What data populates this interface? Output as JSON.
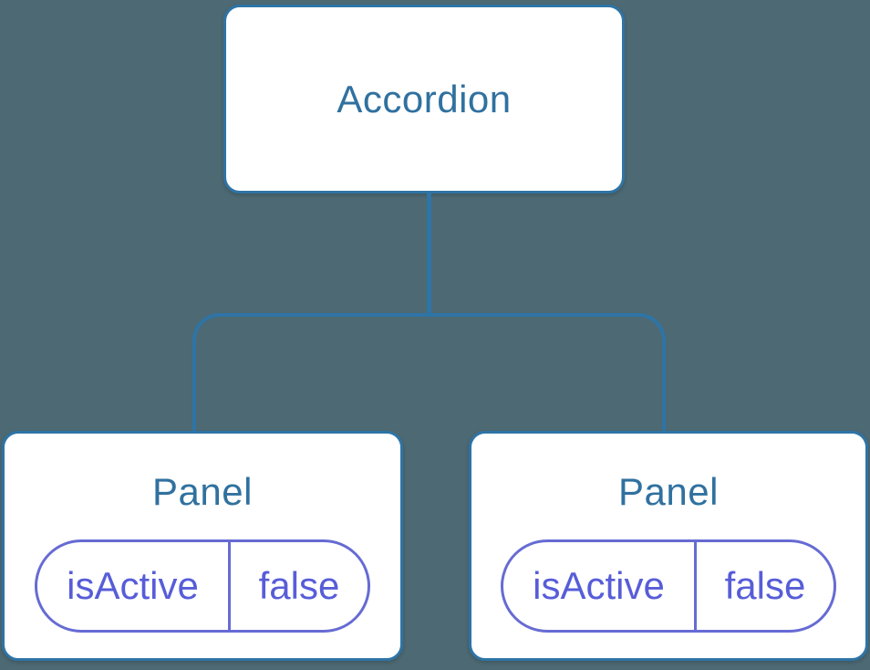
{
  "diagram": {
    "type": "component-tree",
    "root": {
      "label": "Accordion"
    },
    "children": [
      {
        "label": "Panel",
        "state": {
          "name": "isActive",
          "value": "false"
        }
      },
      {
        "label": "Panel",
        "state": {
          "name": "isActive",
          "value": "false"
        }
      }
    ]
  },
  "colors": {
    "background": "#4D6973",
    "node_border": "#2E74A6",
    "node_text": "#30719F",
    "connector": "#2E74A6",
    "node_background": "#FFFFFF",
    "state_border": "#666BD3",
    "state_text": "#575DD8"
  }
}
